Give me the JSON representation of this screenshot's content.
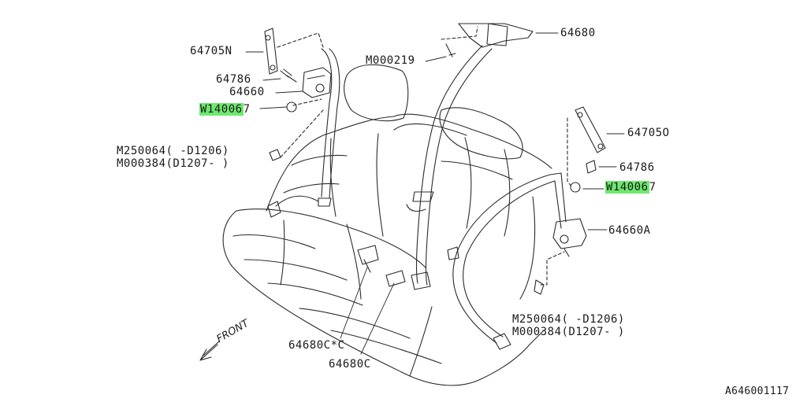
{
  "callouts": {
    "p64705n": "64705N",
    "p64786_left": "64786",
    "p64660": "64660",
    "w140067_left": "W14006",
    "w140067_left_suffix": "7",
    "m000219": "M000219",
    "p64680": "64680",
    "p64705o": "64705O",
    "p64786_right": "64786",
    "w140067_right": "W14006",
    "w140067_right_suffix": "7",
    "p64660a": "64660A",
    "m250064_left": "M250064( -D1206)",
    "m000384_left": "M000384(D1207- )",
    "m250064_right": "M250064( -D1206)",
    "m000384_right": "M000384(D1207- )",
    "p64680cc": "64680C*C",
    "p64680c": "64680C"
  },
  "front_label": "FRONT",
  "figure_ref": "A646001117",
  "colors": {
    "line": "#2b2b2b",
    "highlight": "#6ee86e",
    "fill": "#ffffff"
  }
}
